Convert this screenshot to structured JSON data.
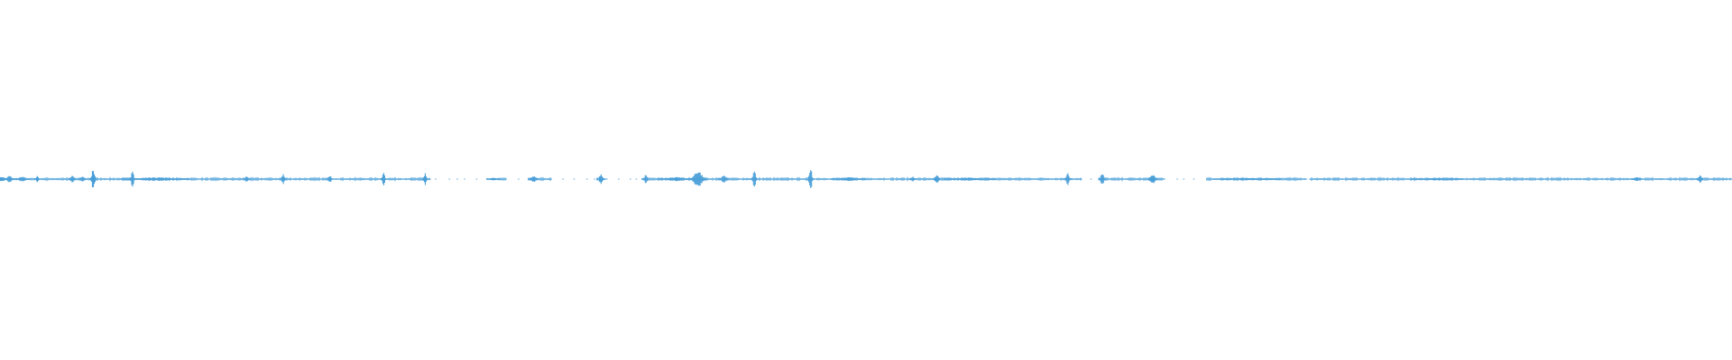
{
  "waveform": {
    "color": "#4a9fd8",
    "baseline_color": "#5aa9de",
    "channel_count": 1,
    "duration_fraction_shown": 1.0,
    "peak_level_fraction": 0.1,
    "bursts": [
      {
        "t": 0.0,
        "a": 0.012,
        "w": 0.014
      },
      {
        "t": 0.0055,
        "a": 0.018,
        "w": 0.006
      },
      {
        "t": 0.013,
        "a": 0.014,
        "w": 0.008
      },
      {
        "t": 0.0215,
        "a": 0.02,
        "w": 0.003
      },
      {
        "t": 0.042,
        "a": 0.022,
        "w": 0.004
      },
      {
        "t": 0.0475,
        "a": 0.016,
        "w": 0.004
      },
      {
        "t": 0.0538,
        "a": 0.055,
        "w": 0.004
      },
      {
        "t": 0.0765,
        "a": 0.045,
        "w": 0.003
      },
      {
        "t": 0.09,
        "a": 0.01,
        "w": 0.04
      },
      {
        "t": 0.1425,
        "a": 0.02,
        "w": 0.004
      },
      {
        "t": 0.1635,
        "a": 0.028,
        "w": 0.004
      },
      {
        "t": 0.1905,
        "a": 0.026,
        "w": 0.003
      },
      {
        "t": 0.2215,
        "a": 0.04,
        "w": 0.003
      },
      {
        "t": 0.2455,
        "a": 0.042,
        "w": 0.003
      },
      {
        "t": 0.285,
        "a": 0.008,
        "w": 0.008
      },
      {
        "t": 0.308,
        "a": 0.018,
        "w": 0.006
      },
      {
        "t": 0.347,
        "a": 0.035,
        "w": 0.004
      },
      {
        "t": 0.373,
        "a": 0.032,
        "w": 0.003
      },
      {
        "t": 0.39,
        "a": 0.012,
        "w": 0.02
      },
      {
        "t": 0.403,
        "a": 0.05,
        "w": 0.01
      },
      {
        "t": 0.418,
        "a": 0.022,
        "w": 0.006
      },
      {
        "t": 0.4355,
        "a": 0.07,
        "w": 0.003
      },
      {
        "t": 0.468,
        "a": 0.075,
        "w": 0.003
      },
      {
        "t": 0.49,
        "a": 0.01,
        "w": 0.02
      },
      {
        "t": 0.527,
        "a": 0.014,
        "w": 0.004
      },
      {
        "t": 0.541,
        "a": 0.03,
        "w": 0.004
      },
      {
        "t": 0.56,
        "a": 0.008,
        "w": 0.03
      },
      {
        "t": 0.6165,
        "a": 0.038,
        "w": 0.004
      },
      {
        "t": 0.6365,
        "a": 0.04,
        "w": 0.004
      },
      {
        "t": 0.6655,
        "a": 0.028,
        "w": 0.006
      },
      {
        "t": 0.72,
        "a": 0.006,
        "w": 0.04
      },
      {
        "t": 0.83,
        "a": 0.008,
        "w": 0.03
      },
      {
        "t": 0.945,
        "a": 0.012,
        "w": 0.006
      },
      {
        "t": 0.9815,
        "a": 0.022,
        "w": 0.004
      }
    ],
    "gaps": [
      {
        "t0": 0.248,
        "t1": 0.287
      },
      {
        "t0": 0.292,
        "t1": 0.305
      },
      {
        "t0": 0.318,
        "t1": 0.344
      },
      {
        "t0": 0.35,
        "t1": 0.37
      },
      {
        "t0": 0.624,
        "t1": 0.634
      },
      {
        "t0": 0.672,
        "t1": 0.696
      },
      {
        "t0": 0.699,
        "t1": 0.705
      },
      {
        "t0": 0.754,
        "t1": 0.756
      }
    ]
  }
}
